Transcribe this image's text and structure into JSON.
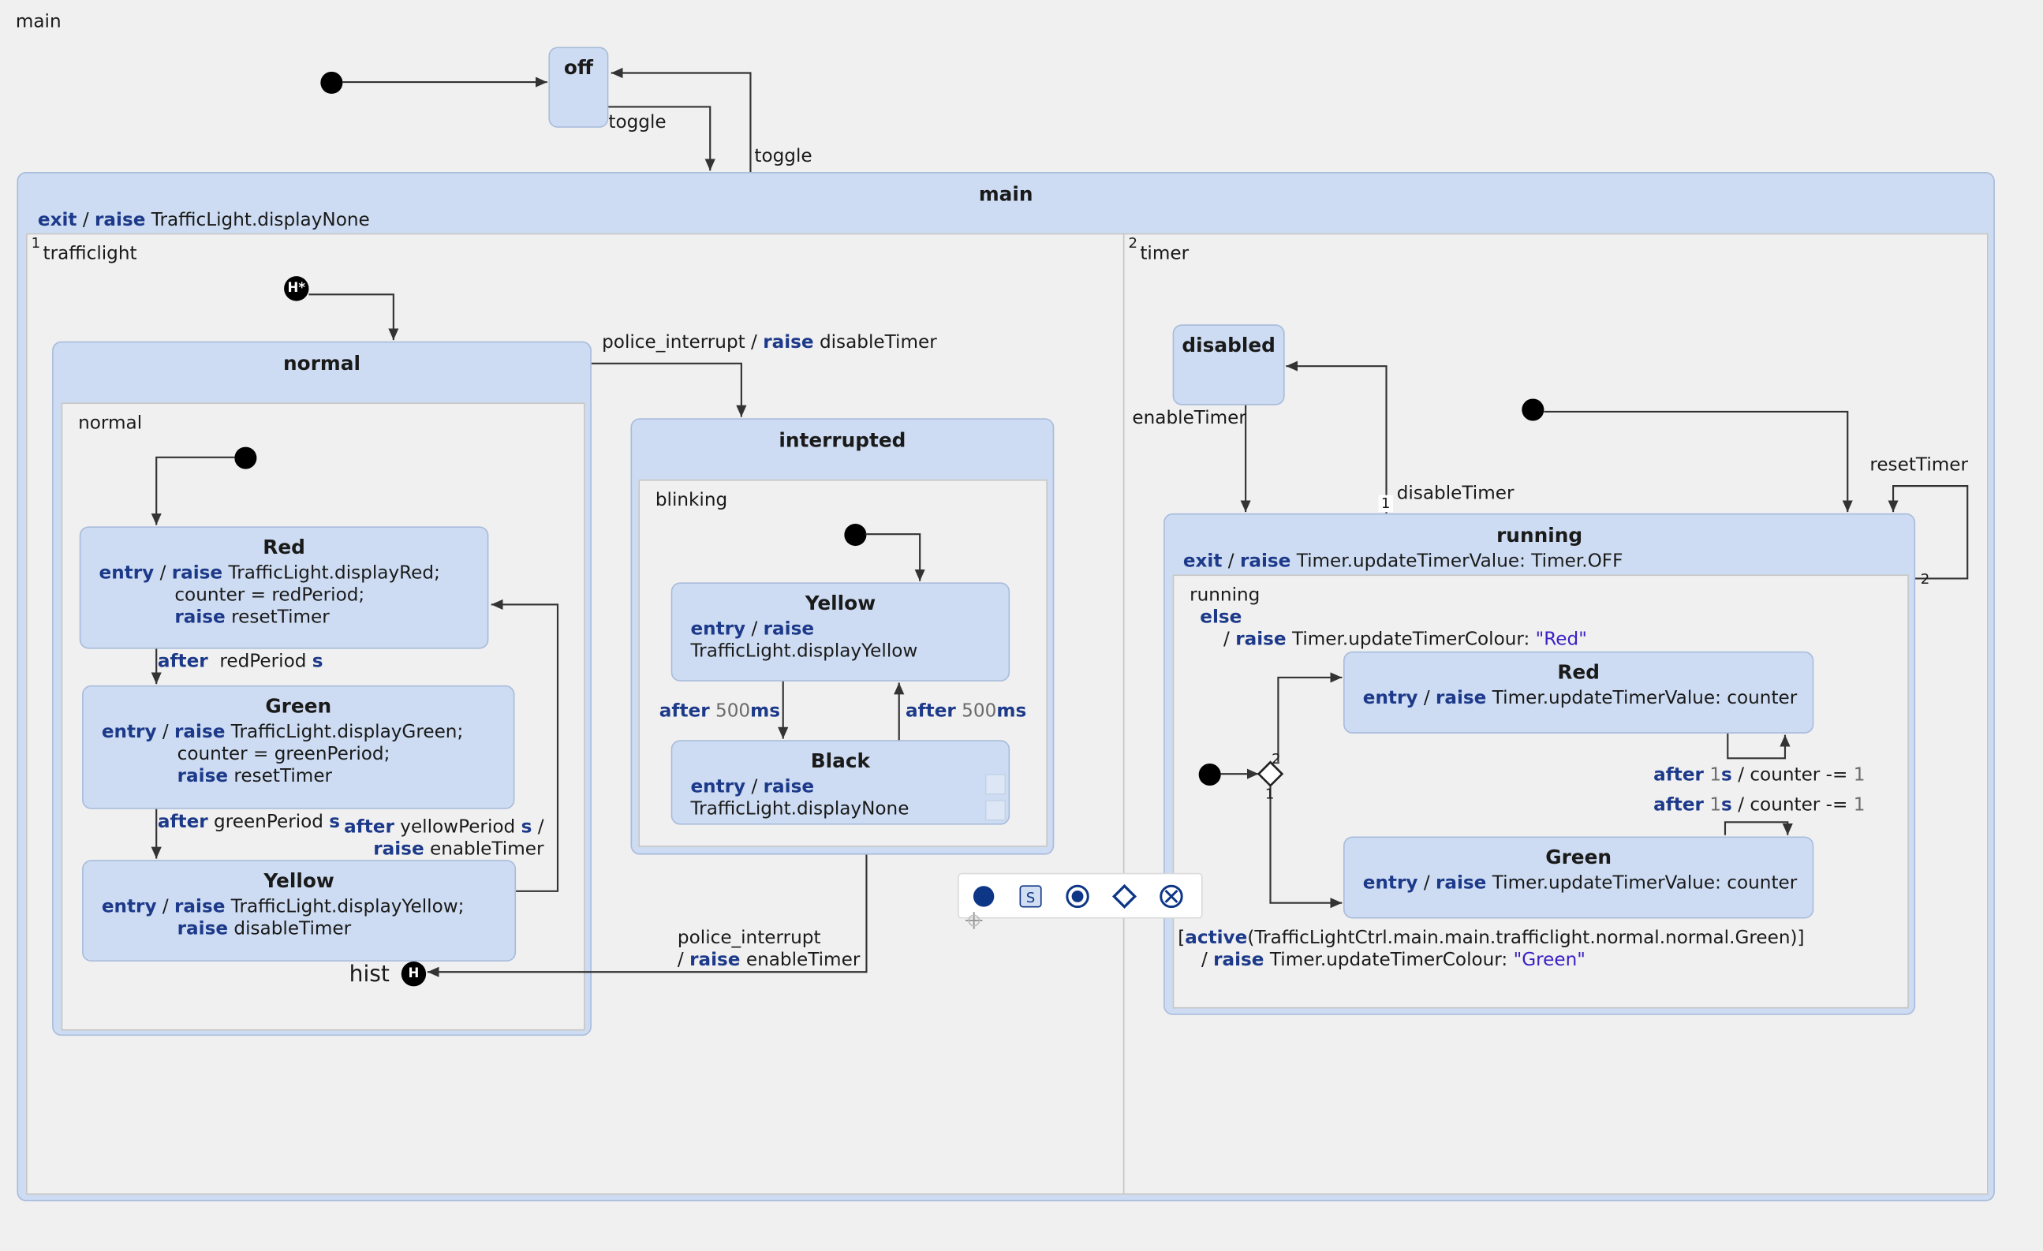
{
  "diagram_title": "main",
  "states": {
    "off": {
      "name": "off"
    },
    "main": {
      "name": "main",
      "exit_kw": "exit",
      "slash": "/",
      "raise_kw": "raise",
      "exit_action": "TrafficLight.displayNone"
    },
    "normal": {
      "name": "normal"
    },
    "interrupted": {
      "name": "interrupted"
    },
    "red": {
      "name": "Red",
      "entry_kw": "entry",
      "slash": "/",
      "raise_kw": "raise",
      "line1": "TrafficLight.displayRed;",
      "line2": "counter = redPeriod;",
      "raise_kw2": "raise",
      "line3": "resetTimer"
    },
    "green": {
      "name": "Green",
      "entry_kw": "entry",
      "slash": "/",
      "raise_kw": "raise",
      "line1": "TrafficLight.displayGreen;",
      "line2": "counter = greenPeriod;",
      "raise_kw2": "raise",
      "line3": "resetTimer"
    },
    "yellow": {
      "name": "Yellow",
      "entry_kw": "entry",
      "slash": "/",
      "raise_kw": "raise",
      "line1": "TrafficLight.displayYellow;",
      "raise_kw2": "raise",
      "line2": "disableTimer"
    },
    "blink_yellow": {
      "name": "Yellow",
      "entry_kw": "entry",
      "slash": "/",
      "raise_kw": "raise",
      "line1": "TrafficLight.displayYellow"
    },
    "blink_black": {
      "name": "Black",
      "entry_kw": "entry",
      "slash": "/",
      "raise_kw": "raise",
      "line1": "TrafficLight.displayNone"
    },
    "disabled": {
      "name": "disabled"
    },
    "running": {
      "name": "running",
      "exit_kw": "exit",
      "slash": "/",
      "raise_kw": "raise",
      "exit_action": "Timer.updateTimerValue: Timer.OFF"
    },
    "timer_red": {
      "name": "Red",
      "entry_kw": "entry",
      "slash": "/",
      "raise_kw": "raise",
      "action": "Timer.updateTimerValue: counter"
    },
    "timer_green": {
      "name": "Green",
      "entry_kw": "entry",
      "slash": "/",
      "raise_kw": "raise",
      "action": "Timer.updateTimerValue: counter"
    }
  },
  "regions": {
    "trafficlight": {
      "index": "1",
      "name": "trafficlight"
    },
    "timer": {
      "index": "2",
      "name": "timer"
    },
    "normal_inner": {
      "name": "normal"
    },
    "blinking": {
      "name": "blinking"
    },
    "running_inner": {
      "name": "running"
    }
  },
  "transitions": {
    "toggle_on": "toggle",
    "toggle_off": "toggle",
    "police_to_interrupted": {
      "event": "police_interrupt /",
      "raise_kw": "raise",
      "action": "disableTimer"
    },
    "red_to_green": {
      "after_kw": "after",
      "value": "redPeriod",
      "unit": "s"
    },
    "green_to_yellow": {
      "after_kw": "after",
      "value": "greenPeriod",
      "unit": "s"
    },
    "yellow_to_red": {
      "after_kw": "after",
      "value": "yellowPeriod",
      "unit": "s",
      "slash": "/",
      "raise_kw": "raise",
      "action": "enableTimer"
    },
    "yellow_to_black": {
      "after_kw": "after",
      "value": "500",
      "unit": "ms"
    },
    "black_to_yellow": {
      "after_kw": "after",
      "value": "500",
      "unit": "ms"
    },
    "police_to_hist": {
      "event": "police_interrupt",
      "slash": "/",
      "raise_kw": "raise",
      "action": "enableTimer"
    },
    "hist_label": "hist",
    "enable_timer": "enableTimer",
    "disable_timer": "disableTimer",
    "reset_timer": "resetTimer",
    "else_branch": {
      "else_kw": "else",
      "slash": "/",
      "raise_kw": "raise",
      "action": "Timer.updateTimerColour:",
      "value": "\"Red\""
    },
    "red_self": {
      "after_kw": "after",
      "value": "1",
      "unit": "s",
      "rest": "/ counter -=",
      "dec": "1"
    },
    "green_self": {
      "after_kw": "after",
      "value": "1",
      "unit": "s",
      "rest": "/ counter -=",
      "dec": "1"
    },
    "active_guard": {
      "open": "[",
      "active_kw": "active",
      "expr": "(TrafficLightCtrl.main.main.trafficlight.normal.normal.Green)]",
      "slash": "/",
      "raise_kw": "raise",
      "action": "Timer.updateTimerColour:",
      "value": "\"Green\""
    },
    "priority_1a": "1",
    "priority_2a": "2",
    "priority_1b": "1",
    "priority_2b": "2"
  },
  "history_markers": {
    "deep": "H*",
    "shallow": "H"
  },
  "colors": {
    "state_fill": "#cddcf2",
    "state_border": "#a9bcdb",
    "keyword": "#1d3a8a",
    "string": "#3b20c4",
    "palette_icon": "#0e3686"
  },
  "palette": [
    "initial-state-icon",
    "state-icon",
    "final-state-icon",
    "choice-icon",
    "exit-icon"
  ]
}
